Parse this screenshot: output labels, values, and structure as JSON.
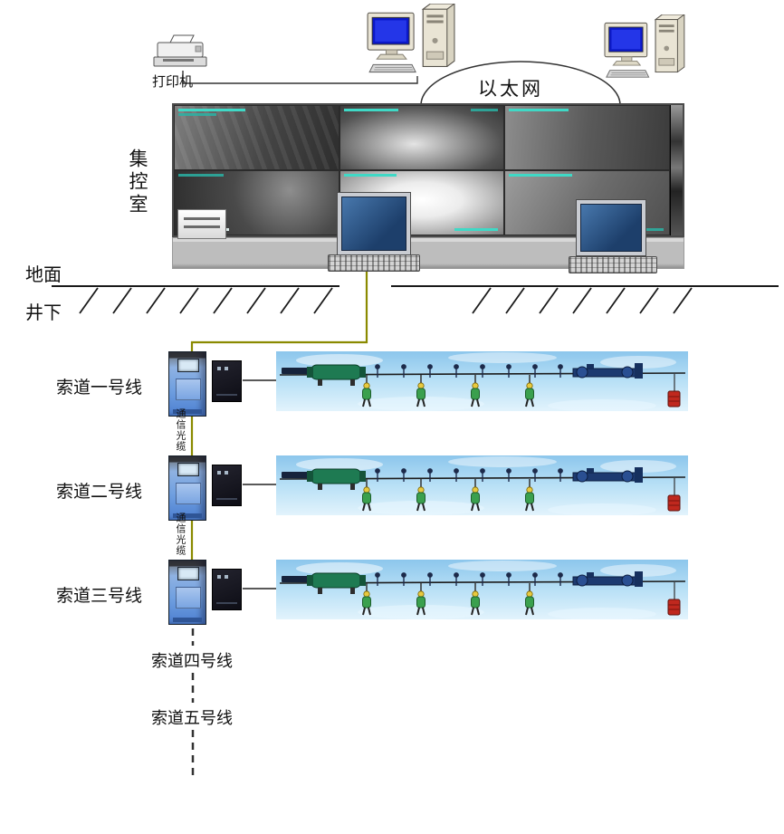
{
  "labels": {
    "printer": "打印机",
    "ethernet": "以太网",
    "control_room": "集控室",
    "ground": "地面",
    "underground": "井下",
    "optical_cable": "通信光缆"
  },
  "cableway_lines": [
    {
      "label": "索道一号线",
      "equipped": true
    },
    {
      "label": "索道二号线",
      "equipped": true
    },
    {
      "label": "索道三号线",
      "equipped": true
    },
    {
      "label": "索道四号线",
      "equipped": false
    },
    {
      "label": "索道五号线",
      "equipped": false
    }
  ],
  "video_wall": {
    "rows": 2,
    "columns": 3,
    "feeds": [
      "camera-1",
      "camera-2",
      "camera-3",
      "camera-4",
      "camera-5",
      "camera-6"
    ]
  },
  "icons": {
    "printer": "printer-icon",
    "server_pc": "desktop-computer-icon",
    "client_pc": "desktop-computer-icon",
    "workstation_monitor": "monitor-icon",
    "keyboard": "keyboard-icon",
    "control_cabinet": "control-cabinet-icon",
    "junction_box": "junction-box-icon",
    "cableway_scene": "cableway-scene-image",
    "counterweight": "counterweight-icon"
  },
  "colors": {
    "optical_cable": "#8a8a00",
    "cabinet_blue": "#6f9fe0",
    "sky_blue": "#8cc6ec",
    "counterweight_red": "#c0281e",
    "workstation_screen_blue": "#2e5f95",
    "pc_screen_blue": "#0b18c8",
    "osd_teal": "#3fd9c6"
  }
}
